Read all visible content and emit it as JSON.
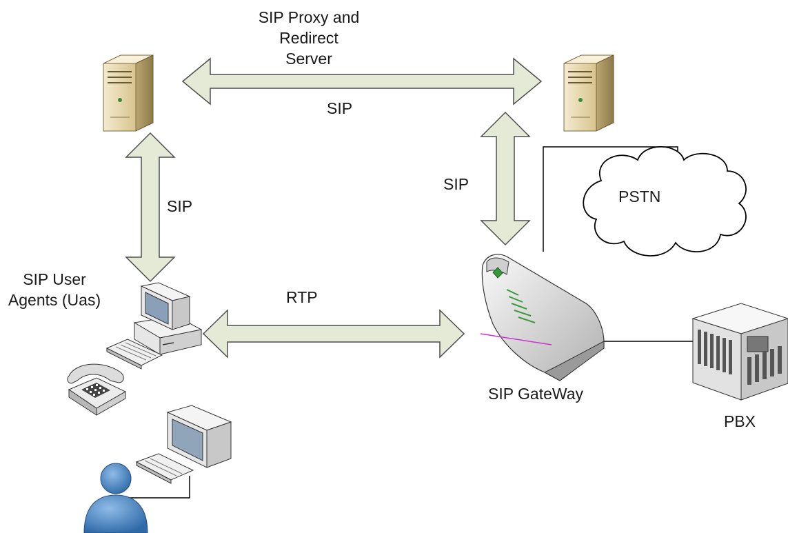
{
  "labels": {
    "proxy_server": [
      "SIP Proxy and",
      "Redirect",
      "Server"
    ],
    "sip_top": "SIP",
    "sip_left": "SIP",
    "sip_right": "SIP",
    "rtp": "RTP",
    "pstn": "PSTN",
    "user_agents": [
      "SIP User",
      "Agents (Uas)"
    ],
    "gateway": "SIP GateWay",
    "pbx": "PBX"
  },
  "colors": {
    "arrow_fill": "#e4ead6",
    "arrow_stroke": "#4d4d4d",
    "line": "#000000",
    "server_body": "#ecdcaa",
    "user_icon": "#4a86c8",
    "gateway_leds": "#3a9a3a",
    "gateway_accent": "#cc33cc"
  }
}
